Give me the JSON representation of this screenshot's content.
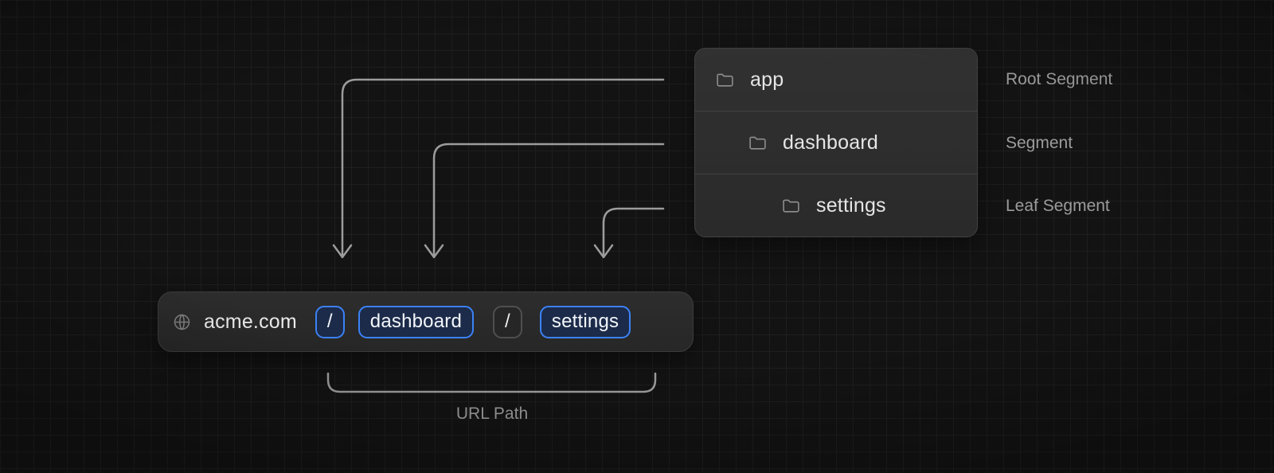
{
  "diagram": {
    "file_tree": {
      "rows": [
        {
          "name": "app",
          "icon": "folder-icon",
          "annotation": "Root Segment"
        },
        {
          "name": "dashboard",
          "icon": "folder-icon",
          "annotation": "Segment"
        },
        {
          "name": "settings",
          "icon": "folder-icon",
          "annotation": "Leaf Segment"
        }
      ]
    },
    "url_bar": {
      "icon": "globe-icon",
      "domain": "acme.com",
      "segments": [
        {
          "text": "/",
          "highlight": "blue"
        },
        {
          "text": "dashboard",
          "highlight": "blue"
        },
        {
          "text": "/",
          "highlight": "gray"
        },
        {
          "text": "settings",
          "highlight": "blue"
        }
      ]
    },
    "path_bracket_label": "URL Path",
    "colors": {
      "page_background": "#131313",
      "grid_line": "#1e1e1e",
      "panel_background": "#2d2d2d",
      "accent_blue": "#3b82f6",
      "chip_blue_background": "#1c2b49",
      "chip_gray_border": "#4f4f4f",
      "arrow_gray": "#9c9c9c",
      "muted_text": "#9c9c9c",
      "primary_text": "#e6e6e6"
    }
  }
}
